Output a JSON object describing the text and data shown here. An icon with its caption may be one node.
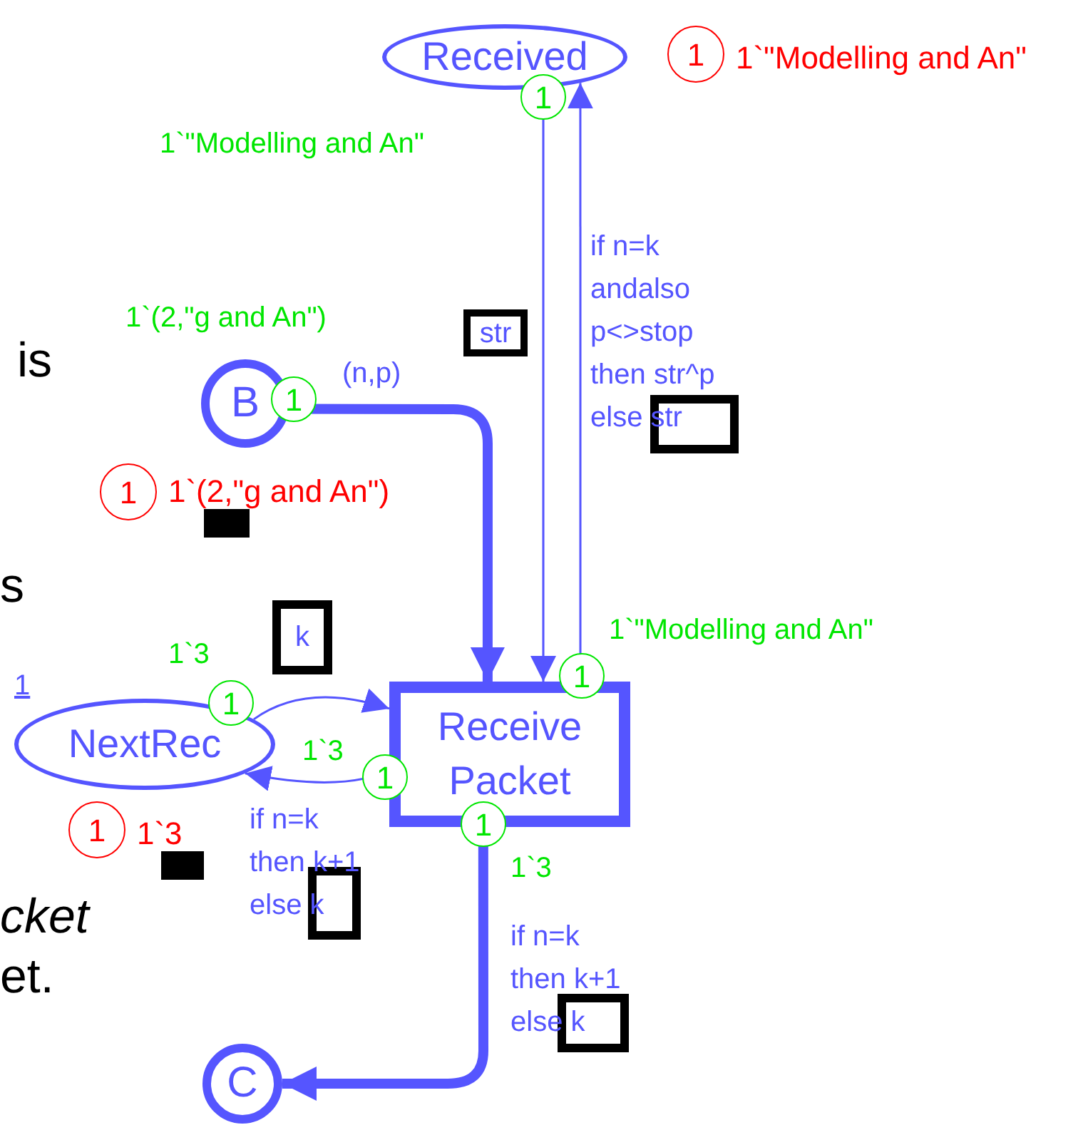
{
  "diagram": {
    "nodes": [
      {
        "text": [
          "Received"
        ],
        "beside": [
          "1",
          "1`\"Modelling and An\""
        ]
      },
      {
        "text": [
          "B"
        ],
        "beside": [
          "1",
          "1`(2,\"g and An\")"
        ]
      },
      {
        "text": [
          "NextRec"
        ],
        "beside": [
          "1",
          "1",
          "1`3"
        ]
      },
      {
        "text": [
          "Receive Packet"
        ]
      },
      {
        "text": [
          "C"
        ]
      }
    ],
    "edges": [
      {
        "from": 0,
        "to": 3,
        "arrow": "to",
        "label": "str"
      },
      {
        "from": 3,
        "to": 0,
        "arrow": "to",
        "label": "if n=k andalso p<>stop then str^p else str"
      },
      {
        "from": 1,
        "to": 3,
        "arrow": "to",
        "label": "(n,p)",
        "style": "thick"
      },
      {
        "from": 2,
        "to": 3,
        "arrow": "to",
        "label": "k"
      },
      {
        "from": 3,
        "to": 2,
        "arrow": "to",
        "label": "if n=k then k+1 else k"
      },
      {
        "from": 3,
        "to": 4,
        "arrow": "to",
        "label": "if n=k then k+1 else k",
        "style": "thick"
      }
    ],
    "labels": [
      "1`\"Modelling and An\"",
      "1`(2,\"g and An\")",
      "is",
      "s",
      "1`\"Modelling and An\"",
      "1`3",
      "1`3",
      "1`3",
      "cket",
      "et.",
      "1",
      "1",
      "1",
      "1",
      "1",
      "1"
    ]
  }
}
